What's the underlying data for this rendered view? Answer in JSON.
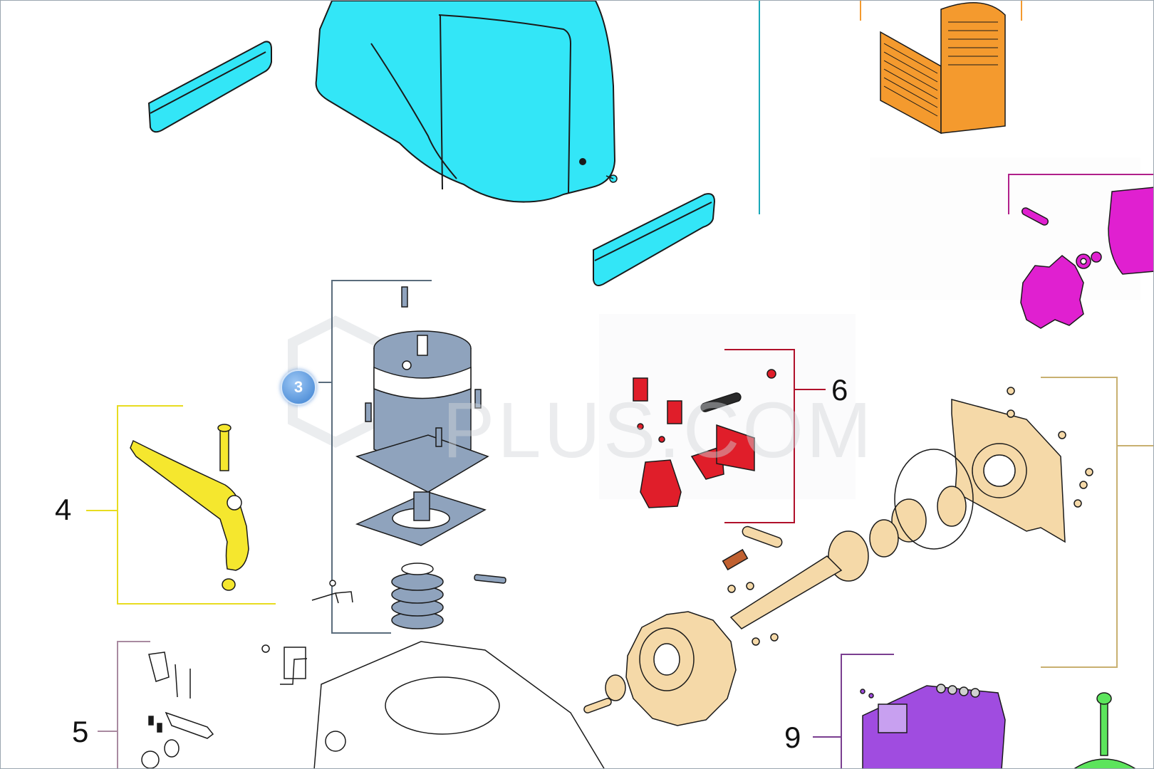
{
  "watermark": {
    "text": "PLUS.COM"
  },
  "hotspot": {
    "label": "3"
  },
  "callouts": {
    "four": "4",
    "five": "5",
    "six": "6",
    "nine": "9"
  },
  "colors": {
    "cover": "#33e6f7",
    "gearbox_parts": "#f5d9a8",
    "handle": "#f5e72e",
    "brushes": "#e01e2a",
    "grille": "#f49a2e",
    "pinion": "#e020d0",
    "board": "#a04ce0",
    "motor": "#8fa3bd",
    "shaft_key": "#5ce45c",
    "bracket_6": "#b0102a",
    "bracket_4": "#e8dc20",
    "bracket_5": "#a98aa0",
    "bracket_9": "#7a3e90",
    "bracket_cover": "#1aa8b8",
    "bracket_pinion": "#b0208a",
    "bracket_gear": "#c8b070",
    "bracket_motor": "#5a6c7c"
  }
}
